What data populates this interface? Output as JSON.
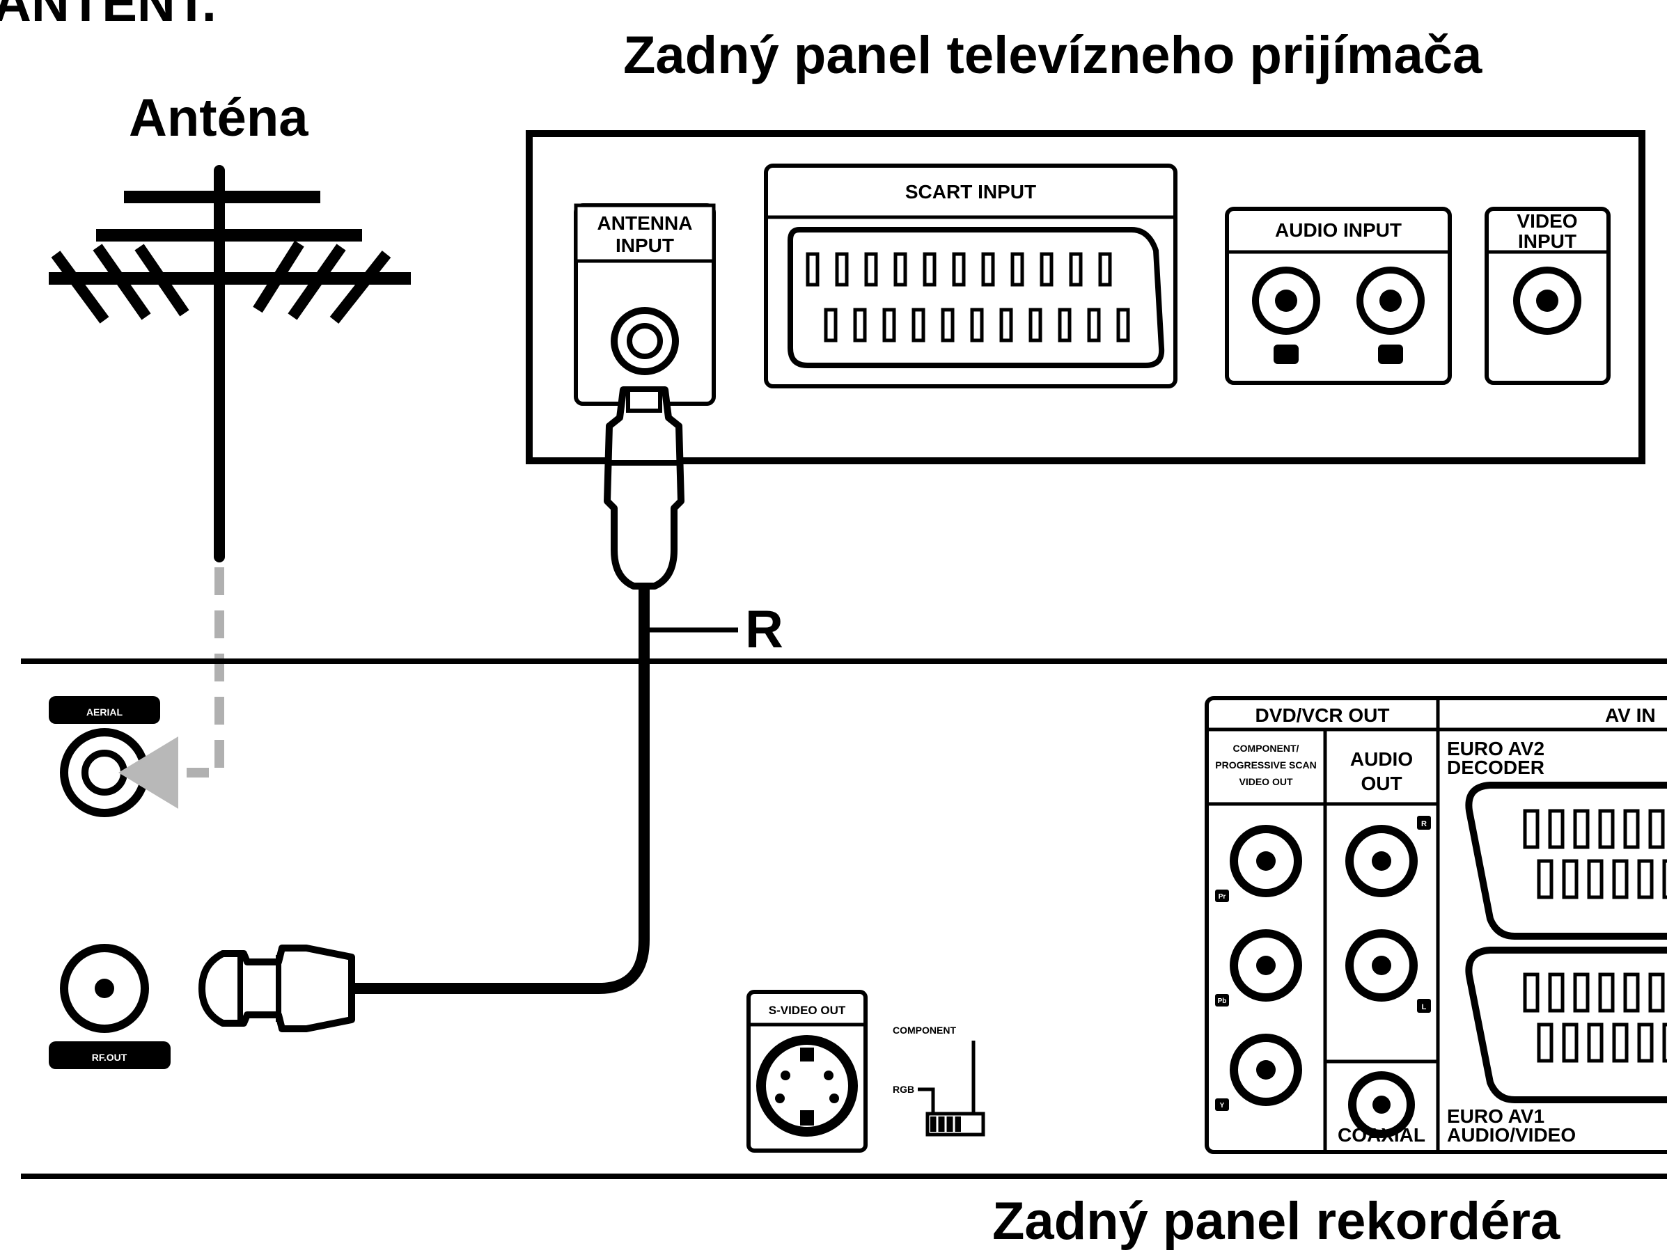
{
  "header_partial": "ANTENT.",
  "title_tv": "Zadný panel televízneho prijímača",
  "title_antenna": "Anténa",
  "title_recorder": "Zadný panel  rekordéra",
  "cable_label": "R",
  "tv": {
    "antenna_input": [
      "ANTENNA",
      "INPUT"
    ],
    "scart_input": "SCART INPUT",
    "audio_input": "AUDIO INPUT",
    "video_input": [
      "VIDEO",
      "INPUT"
    ]
  },
  "recorder": {
    "dvd_vcr_out": "DVD/VCR OUT",
    "av_in": "AV IN",
    "component_out": [
      "COMPONENT/",
      "PROGRESSIVE SCAN",
      "VIDEO OUT"
    ],
    "audio_out": [
      "AUDIO",
      "OUT"
    ],
    "euro_av2": [
      "EURO AV2",
      "DECODER"
    ],
    "euro_av1": [
      "EURO AV1",
      "AUDIO/VIDEO"
    ],
    "coaxial": "COAXIAL",
    "s_video_out": "S-VIDEO OUT",
    "switch_component": "COMPONENT",
    "switch_rgb": "RGB",
    "jack_pr": "Pr",
    "jack_pb": "Pb",
    "jack_y": "Y",
    "jack_r": "R",
    "jack_l": "L",
    "antenna_in_badge": "AERIAL",
    "rf_out_badge": "RF.OUT"
  }
}
